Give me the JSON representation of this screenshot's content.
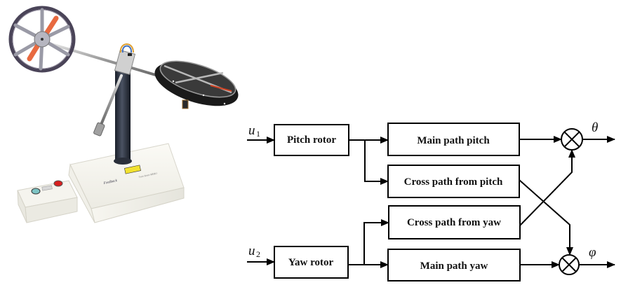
{
  "figure": {
    "photo": {
      "subject": "Twin rotor MIMO system laboratory apparatus",
      "base_brand_text": "Feedback",
      "parts": [
        "tail-rotor",
        "main-rotor",
        "beam",
        "counterweight",
        "pivot-tower",
        "base-unit",
        "control-box"
      ]
    },
    "diagram": {
      "inputs": [
        {
          "id": "u1",
          "symbol": "u",
          "subscript": "1"
        },
        {
          "id": "u2",
          "symbol": "u",
          "subscript": "2"
        }
      ],
      "blocks": [
        {
          "id": "pitch_rotor",
          "label": "Pitch rotor"
        },
        {
          "id": "yaw_rotor",
          "label": "Yaw rotor"
        },
        {
          "id": "main_path_pitch",
          "label": "Main path pitch"
        },
        {
          "id": "cross_path_from_pitch",
          "label": "Cross path from pitch"
        },
        {
          "id": "cross_path_from_yaw",
          "label": "Cross path from yaw"
        },
        {
          "id": "main_path_yaw",
          "label": "Main path yaw"
        }
      ],
      "junctions": [
        {
          "id": "mult_theta",
          "symbol": "⊗"
        },
        {
          "id": "mult_phi",
          "symbol": "⊗"
        }
      ],
      "outputs": [
        {
          "id": "theta",
          "symbol": "θ"
        },
        {
          "id": "phi",
          "symbol": "φ"
        }
      ],
      "connections": [
        [
          "u1",
          "pitch_rotor"
        ],
        [
          "pitch_rotor",
          "main_path_pitch"
        ],
        [
          "pitch_rotor",
          "cross_path_from_pitch"
        ],
        [
          "u2",
          "yaw_rotor"
        ],
        [
          "yaw_rotor",
          "cross_path_from_yaw"
        ],
        [
          "yaw_rotor",
          "main_path_yaw"
        ],
        [
          "main_path_pitch",
          "mult_theta"
        ],
        [
          "cross_path_from_yaw",
          "mult_theta"
        ],
        [
          "cross_path_from_pitch",
          "mult_phi"
        ],
        [
          "main_path_yaw",
          "mult_phi"
        ],
        [
          "mult_theta",
          "theta"
        ],
        [
          "mult_phi",
          "phi"
        ]
      ]
    }
  }
}
